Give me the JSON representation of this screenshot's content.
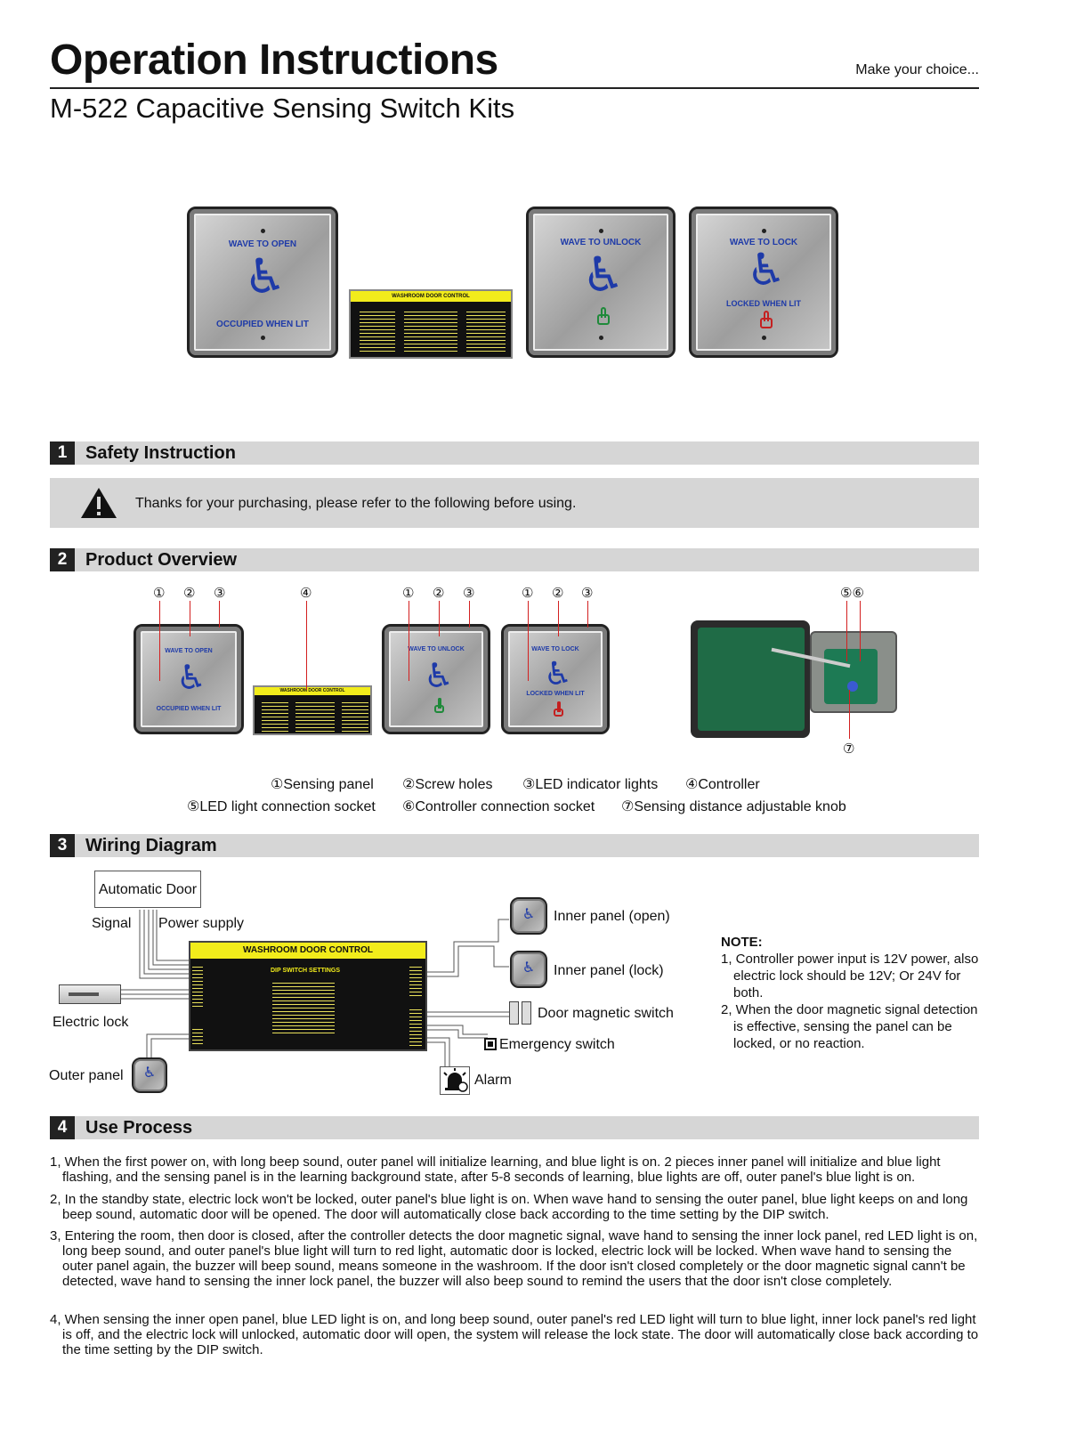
{
  "header": {
    "title": "Operation Instructions",
    "tagline": "Make  your choice...",
    "subtitle": "M-522  Capacitive Sensing Switch Kits"
  },
  "panels": {
    "open": {
      "top": "WAVE TO OPEN",
      "bottom": "OCCUPIED WHEN LIT"
    },
    "unlock": {
      "top": "WAVE TO UNLOCK"
    },
    "lock": {
      "top": "WAVE TO LOCK",
      "bottom": "LOCKED WHEN LIT"
    },
    "controller_head": "WASHROOM DOOR CONTROL"
  },
  "sections": [
    {
      "num": "1",
      "label": "Safety Instruction"
    },
    {
      "num": "2",
      "label": "Product Overview"
    },
    {
      "num": "3",
      "label": "Wiring Diagram"
    },
    {
      "num": "4",
      "label": "Use Process"
    }
  ],
  "safety": {
    "text": "Thanks for your purchasing, please refer to the following before using."
  },
  "overview": {
    "markers": [
      "①",
      "②",
      "③",
      "④",
      "⑤⑥",
      "⑦"
    ],
    "legend": [
      "①Sensing panel",
      "②Screw holes",
      "③LED indicator lights",
      "④Controller",
      "⑤LED light connection socket",
      "⑥Controller connection socket",
      "⑦Sensing distance adjustable knob"
    ]
  },
  "wiring": {
    "automatic_door": "Automatic Door",
    "signal": "Signal",
    "power_supply": "Power supply",
    "electric_lock": "Electric lock",
    "outer_panel": "Outer panel",
    "inner_open": "Inner panel (open)",
    "inner_lock": "Inner panel (lock)",
    "door_magnetic": "Door magnetic switch",
    "emergency": "Emergency switch",
    "alarm": "Alarm",
    "controller_head": "WASHROOM DOOR CONTROL",
    "dip_title": "DIP SWITCH SETTINGS",
    "note_title": "NOTE:",
    "note_1": "1, Controller power input is 12V power, also electric lock should be 12V; Or 24V for both.",
    "note_2": "2, When the door magnetic signal detection is effective, sensing the panel can be locked, or no reaction."
  },
  "use_process": [
    "1, When the first power on, with long beep sound, outer panel will initialize learning, and blue light is on. 2 pieces inner panel will initialize and blue light flashing, and the sensing panel is in the learning background state, after 5-8 seconds of learning, blue lights are off, outer panel's blue light is on.",
    "2, In the standby state, electric lock won't be locked, outer panel's blue light is on. When wave hand to sensing the outer panel, blue light keeps on and long beep sound, automatic door will be opened. The door will automatically close back according to the time setting by the DIP switch.",
    "3, Entering the room, then door is closed, after the controller detects the door magnetic signal, wave hand to sensing the inner lock panel, red LED light is on, long beep sound, and outer panel's blue light will turn to red light, automatic door is locked, electric lock will be locked. When wave hand to sensing the outer panel again, the buzzer will beep sound, means someone in the washroom. If the door isn't closed completely or the door magnetic signal cann't be detected, wave hand to sensing the inner lock panel, the buzzer will also beep sound to remind the users that the door isn't close completely.",
    "4, When sensing the inner open panel, blue LED light is on, and long beep sound, outer panel's red LED light will turn to blue light, inner lock panel's red light is off, and the electric lock will unlocked, automatic door will open, the system will release the lock state. The door will automatically close back according to the time setting by the DIP switch."
  ],
  "colors": {
    "accent_blue": "#1e3aa8",
    "section_bar": "#d6d6d6",
    "lead_red": "#d32020",
    "controller_yellow": "#f2ec1b"
  }
}
